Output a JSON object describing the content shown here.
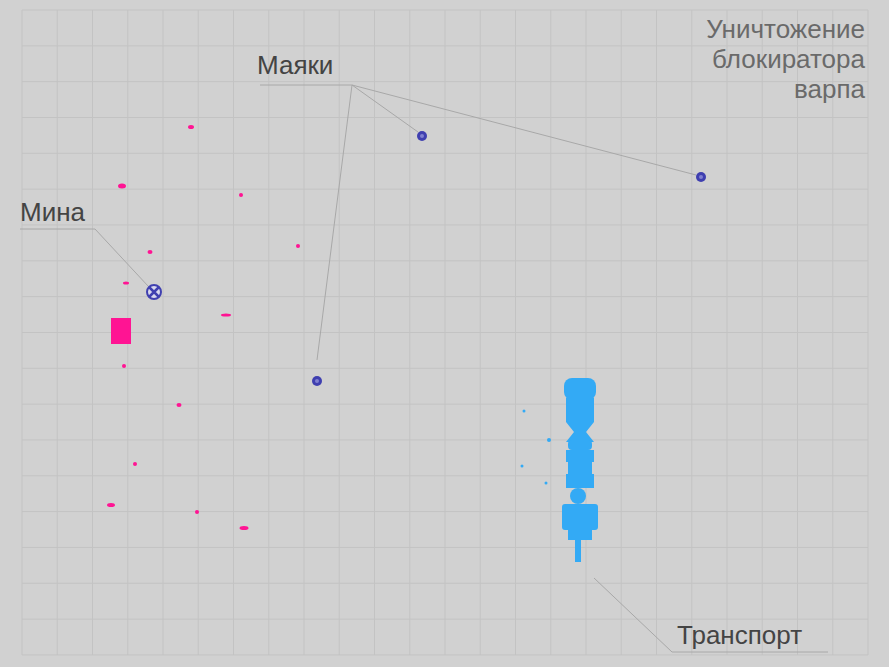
{
  "diagram": {
    "title": "Уничтожение блокиратора варпа",
    "labels": [
      "Маяки",
      "Мина",
      "Транспорт"
    ]
  }
}
